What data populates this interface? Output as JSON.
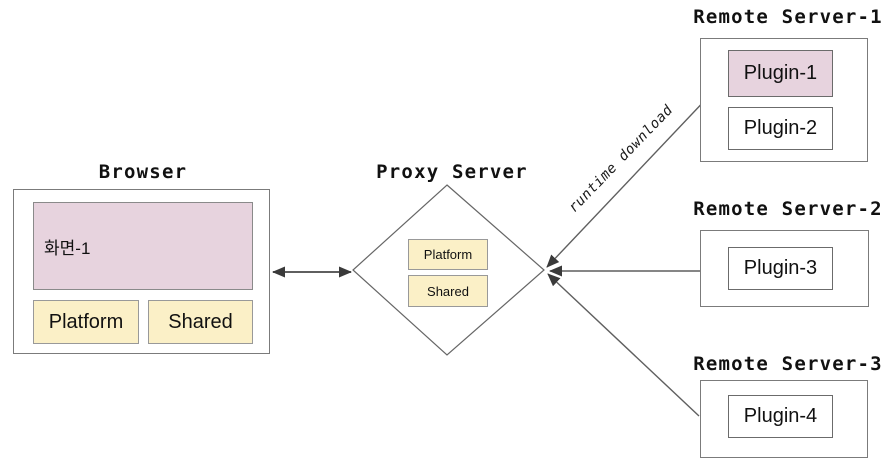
{
  "browser": {
    "label": "Browser",
    "screen_label": "화면-1",
    "modules": [
      "Platform",
      "Shared"
    ]
  },
  "proxy": {
    "label": "Proxy Server",
    "modules": [
      "Platform",
      "Shared"
    ]
  },
  "servers": [
    {
      "label": "Remote Server-1",
      "plugins": [
        {
          "name": "Plugin-1",
          "highlighted": true
        },
        {
          "name": "Plugin-2",
          "highlighted": false
        }
      ]
    },
    {
      "label": "Remote Server-2",
      "plugins": [
        {
          "name": "Plugin-3",
          "highlighted": false
        }
      ]
    },
    {
      "label": "Remote Server-3",
      "plugins": [
        {
          "name": "Plugin-4",
          "highlighted": false
        }
      ]
    }
  ],
  "edges": {
    "runtime_label": "runtime download"
  },
  "colors": {
    "highlight_fill": "#e7d3de",
    "module_fill": "#fbf0c7",
    "box_border": "#7b7b7b",
    "line": "#5f5f5f",
    "arrowhead": "#3a3a3a",
    "background": "#ffffff"
  }
}
